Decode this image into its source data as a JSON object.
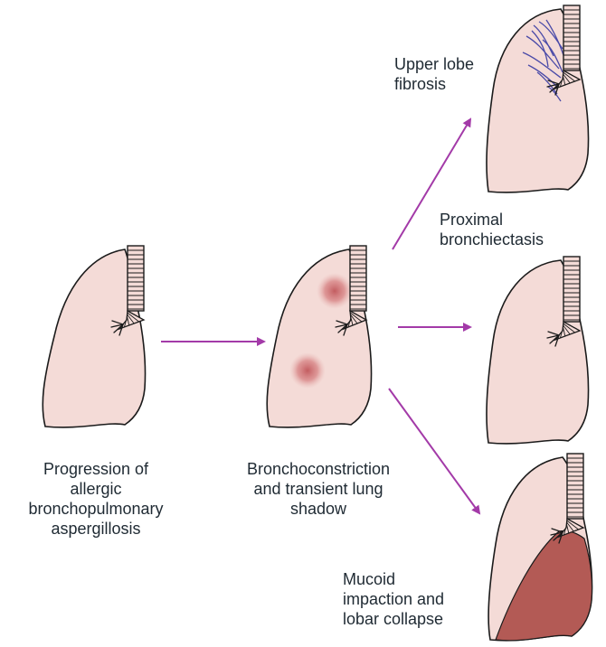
{
  "diagram": {
    "stages": [
      {
        "id": "start",
        "lines": [
          "Progression of",
          "allergic",
          "bronchopulmonary",
          "aspergillosis"
        ]
      },
      {
        "id": "middle",
        "lines": [
          "Bronchoconstriction",
          "and transient lung",
          "shadow"
        ]
      }
    ],
    "outcomes": [
      {
        "id": "fibrosis",
        "lines": [
          "Upper lobe",
          "fibrosis"
        ]
      },
      {
        "id": "bronchiectasis",
        "lines": [
          "Proximal",
          "bronchiectasis"
        ]
      },
      {
        "id": "collapse",
        "lines": [
          "Mucoid",
          "impaction and",
          "lobar collapse"
        ]
      }
    ],
    "colors": {
      "lung_fill": "#f4dbd7",
      "outline": "#1b1b1b",
      "arrow": "#a33aa8",
      "fibrosis_strokes": "#4a4aa8",
      "collapse_fill": "#b35a55",
      "shadow_spot": "#c0565a"
    }
  }
}
